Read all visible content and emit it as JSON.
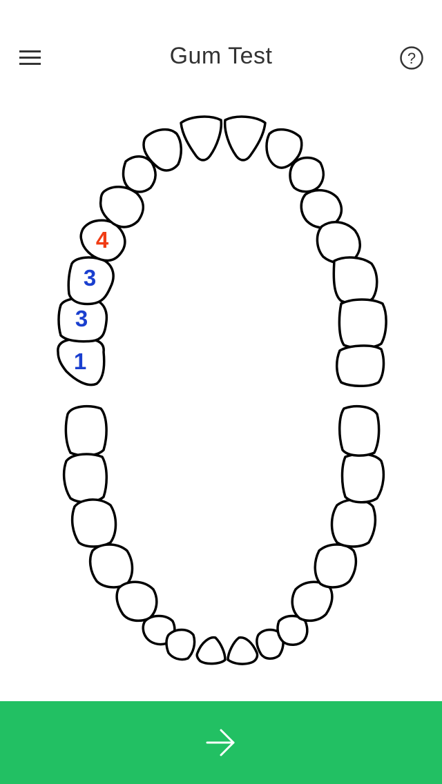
{
  "header": {
    "title": "Gum Test",
    "menu_icon": "hamburger-menu-icon",
    "help_icon": "question-circle-icon",
    "help_glyph": "?"
  },
  "teeth_scores": [
    {
      "tooth": "upper-right-1",
      "score": "1",
      "color": "#1a3fcf"
    },
    {
      "tooth": "upper-right-2",
      "score": "3",
      "color": "#1a3fcf"
    },
    {
      "tooth": "upper-right-3",
      "score": "3",
      "color": "#1a3fcf"
    },
    {
      "tooth": "upper-right-4",
      "score": "4",
      "color": "#f03c14"
    }
  ],
  "footer": {
    "next_icon": "arrow-right-icon",
    "background": "#22c063"
  }
}
